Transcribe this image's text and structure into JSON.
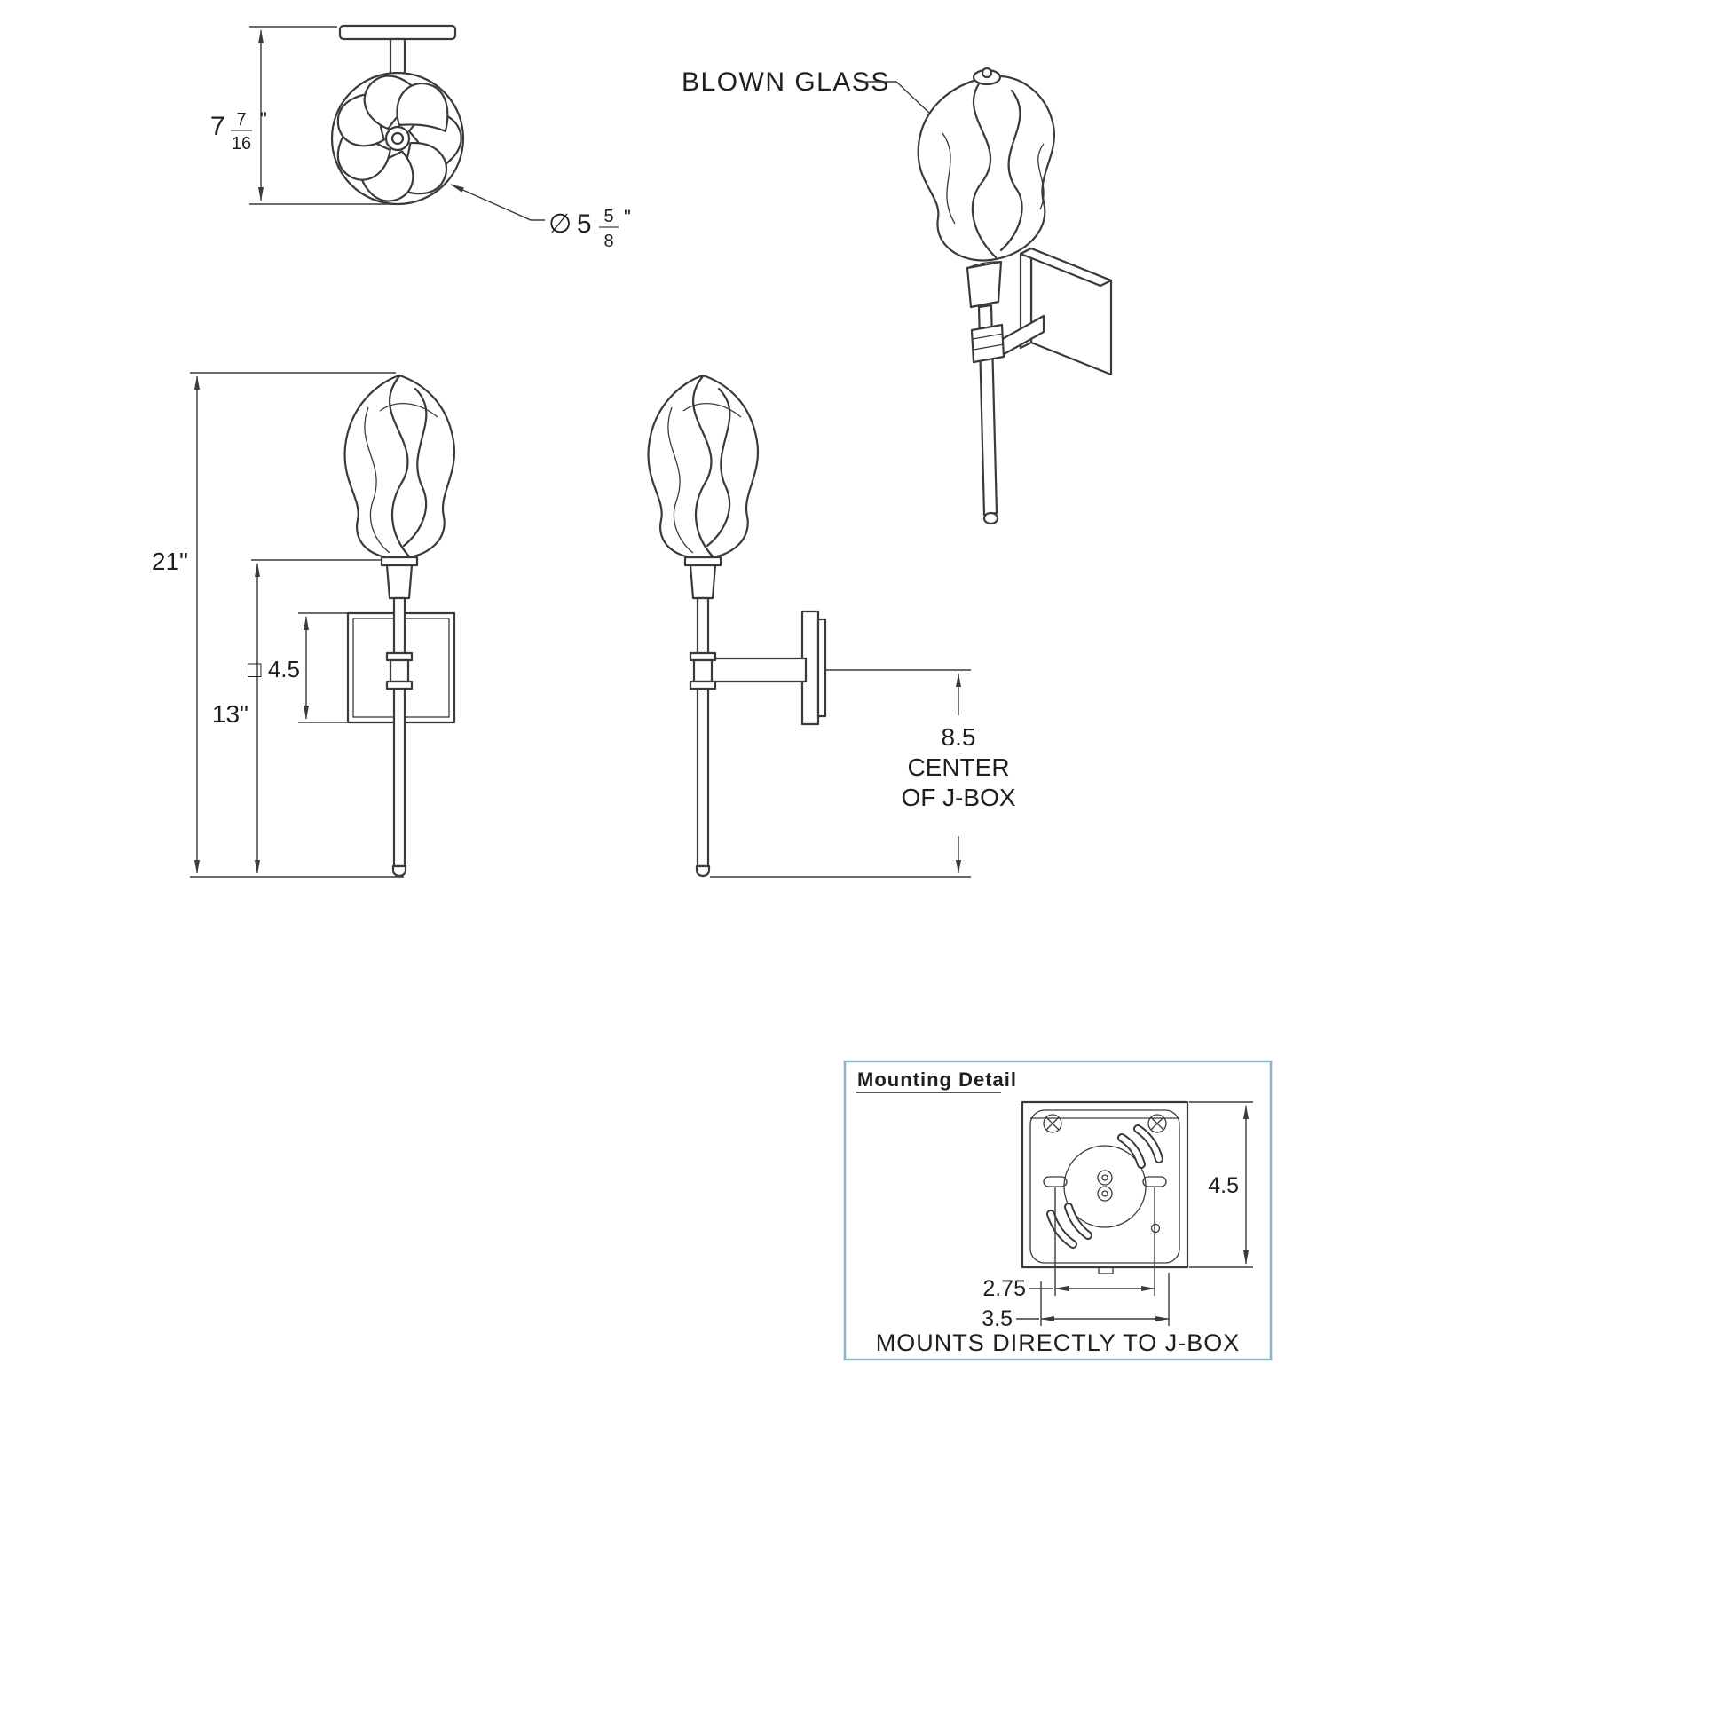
{
  "labels": {
    "blown_glass": "BLOWN GLASS",
    "center_value": "8.5",
    "center_line1": "CENTER",
    "center_line2": "OF J-BOX",
    "mounting_detail_title": "Mounting Detail",
    "mounts_note": "MOUNTS DIRECTLY TO J-BOX"
  },
  "dims": {
    "top_height": {
      "whole": "7",
      "num": "7",
      "den": "16",
      "unit": "\""
    },
    "shade_diameter": {
      "symbol": "∅",
      "whole": "5",
      "num": "5",
      "den": "8",
      "unit": "\""
    },
    "overall_height": "21\"",
    "center_height": "13\"",
    "plate_size_front": "□ 4.5",
    "plate_height": "4.5",
    "slot_spacing": "2.75",
    "mount_spacing": "3.5"
  },
  "colors": {
    "line": "#3a3a3a",
    "detail_border": "#8ab6d0"
  }
}
